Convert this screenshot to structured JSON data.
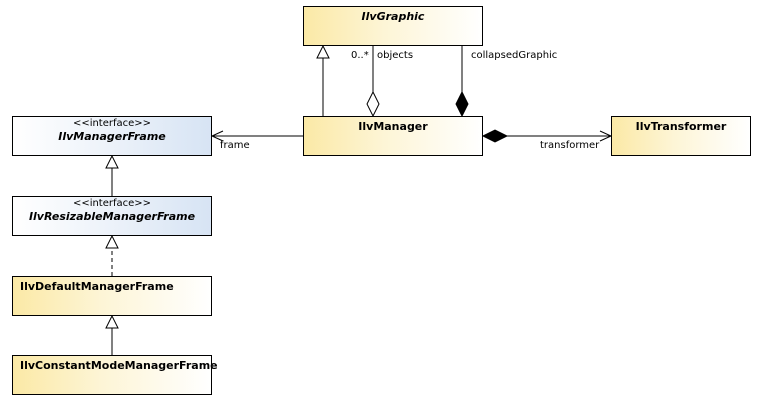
{
  "classes": {
    "ilvgraphic": {
      "name": "IlvGraphic"
    },
    "ilvmanager": {
      "name": "IlvManager"
    },
    "ilvtransformer": {
      "name": "IlvTransformer"
    },
    "ilvmanagerframe": {
      "stereotype": "<<interface>>",
      "name": "IlvManagerFrame"
    },
    "ilvresizablemanagerframe": {
      "stereotype": "<<interface>>",
      "name": "IlvResizableManagerFrame"
    },
    "ilvdefaultmanagerframe": {
      "name": "IlvDefaultManagerFrame"
    },
    "ilvconstantmodemanagerframe": {
      "name": "IlvConstantModeManagerFrame"
    }
  },
  "labels": {
    "multiplicity": "0..*",
    "objects": "objects",
    "collapsed_graphic": "collapsedGraphic",
    "frame": "frame",
    "transformer": "transformer"
  },
  "colors": {
    "class_fill": "#fbe9a6",
    "interface_fill": "#d7e4f4",
    "line": "#000000"
  }
}
